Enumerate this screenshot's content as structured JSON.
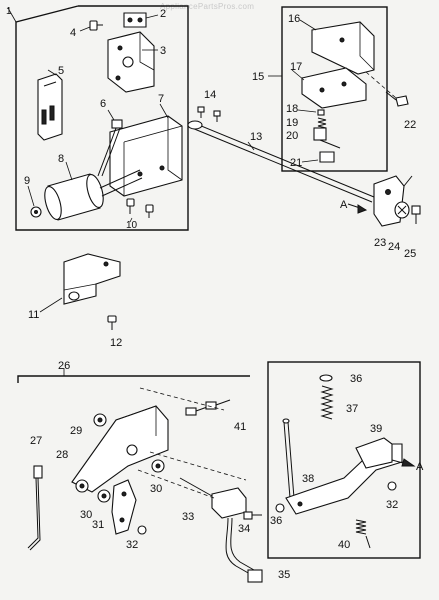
{
  "watermark": "AppliancePartsPros.com",
  "callouts": [
    {
      "id": "c1",
      "text": "1"
    },
    {
      "id": "c2",
      "text": "2"
    },
    {
      "id": "c3",
      "text": "3"
    },
    {
      "id": "c4",
      "text": "4"
    },
    {
      "id": "c5",
      "text": "5"
    },
    {
      "id": "c6",
      "text": "6"
    },
    {
      "id": "c7",
      "text": "7"
    },
    {
      "id": "c8",
      "text": "8"
    },
    {
      "id": "c9",
      "text": "9"
    },
    {
      "id": "c10",
      "text": "10"
    },
    {
      "id": "c11",
      "text": "11"
    },
    {
      "id": "c12",
      "text": "12"
    },
    {
      "id": "c13",
      "text": "13"
    },
    {
      "id": "c14",
      "text": "14"
    },
    {
      "id": "c15",
      "text": "15"
    },
    {
      "id": "c16",
      "text": "16"
    },
    {
      "id": "c17",
      "text": "17"
    },
    {
      "id": "c18",
      "text": "18"
    },
    {
      "id": "c19",
      "text": "19"
    },
    {
      "id": "c20",
      "text": "20"
    },
    {
      "id": "c21",
      "text": "21"
    },
    {
      "id": "c22",
      "text": "22"
    },
    {
      "id": "c23",
      "text": "23"
    },
    {
      "id": "c24",
      "text": "24"
    },
    {
      "id": "c25",
      "text": "25"
    },
    {
      "id": "c26",
      "text": "26"
    },
    {
      "id": "c27",
      "text": "27"
    },
    {
      "id": "c28",
      "text": "28"
    },
    {
      "id": "c29",
      "text": "29"
    },
    {
      "id": "c30a",
      "text": "30"
    },
    {
      "id": "c30b",
      "text": "30"
    },
    {
      "id": "c31",
      "text": "31"
    },
    {
      "id": "c32a",
      "text": "32"
    },
    {
      "id": "c32b",
      "text": "32"
    },
    {
      "id": "c33",
      "text": "33"
    },
    {
      "id": "c34",
      "text": "34"
    },
    {
      "id": "c35",
      "text": "35"
    },
    {
      "id": "c36a",
      "text": "36"
    },
    {
      "id": "c36b",
      "text": "36"
    },
    {
      "id": "c37",
      "text": "37"
    },
    {
      "id": "c38",
      "text": "38"
    },
    {
      "id": "c39",
      "text": "39"
    },
    {
      "id": "c40",
      "text": "40"
    },
    {
      "id": "c41",
      "text": "41"
    },
    {
      "id": "cA1",
      "text": "A"
    },
    {
      "id": "cA2",
      "text": "A"
    }
  ]
}
